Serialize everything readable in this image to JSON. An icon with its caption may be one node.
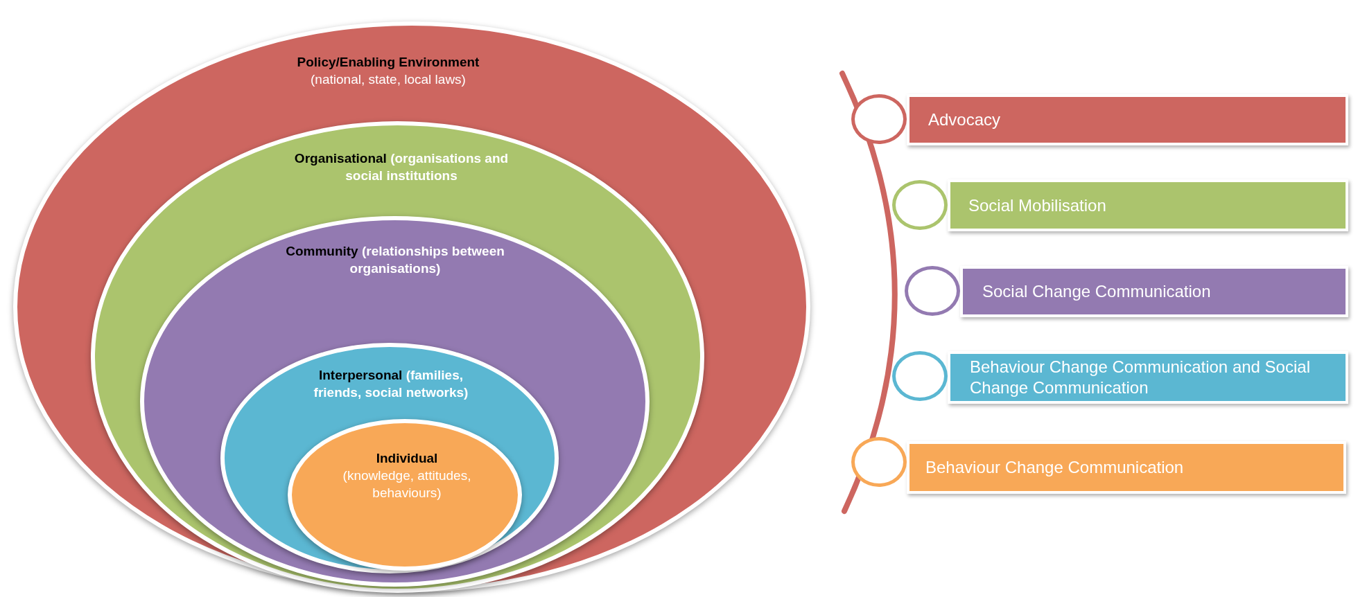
{
  "diagram": {
    "nodes": [
      {
        "text": [
          "Policy/Enabling Environment",
          "(national, state, local laws)"
        ]
      },
      {
        "text": [
          "Organisational",
          "(organisations and social institutions"
        ],
        "in": 0
      },
      {
        "text": [
          "Community",
          "(relationships between organisations)"
        ],
        "in": 1
      },
      {
        "text": [
          "Interpersonal",
          "(families, friends, social networks)"
        ],
        "in": 2
      },
      {
        "text": [
          "Individual",
          "(knowledge, attitudes, behaviours)"
        ],
        "in": 3
      },
      {
        "text": [
          "Advocacy"
        ]
      },
      {
        "text": [
          "Social Mobilisation"
        ]
      },
      {
        "text": [
          "Social Change Communication"
        ]
      },
      {
        "text": [
          "Behaviour Change Communication and Social Change Communication"
        ]
      },
      {
        "text": [
          "Behaviour Change Communication"
        ]
      },
      {
        "text": [],
        "shape": "circle"
      },
      {
        "text": [],
        "shape": "circle"
      },
      {
        "text": [],
        "shape": "circle"
      },
      {
        "text": [],
        "shape": "circle"
      },
      {
        "text": [],
        "shape": "circle"
      }
    ]
  }
}
